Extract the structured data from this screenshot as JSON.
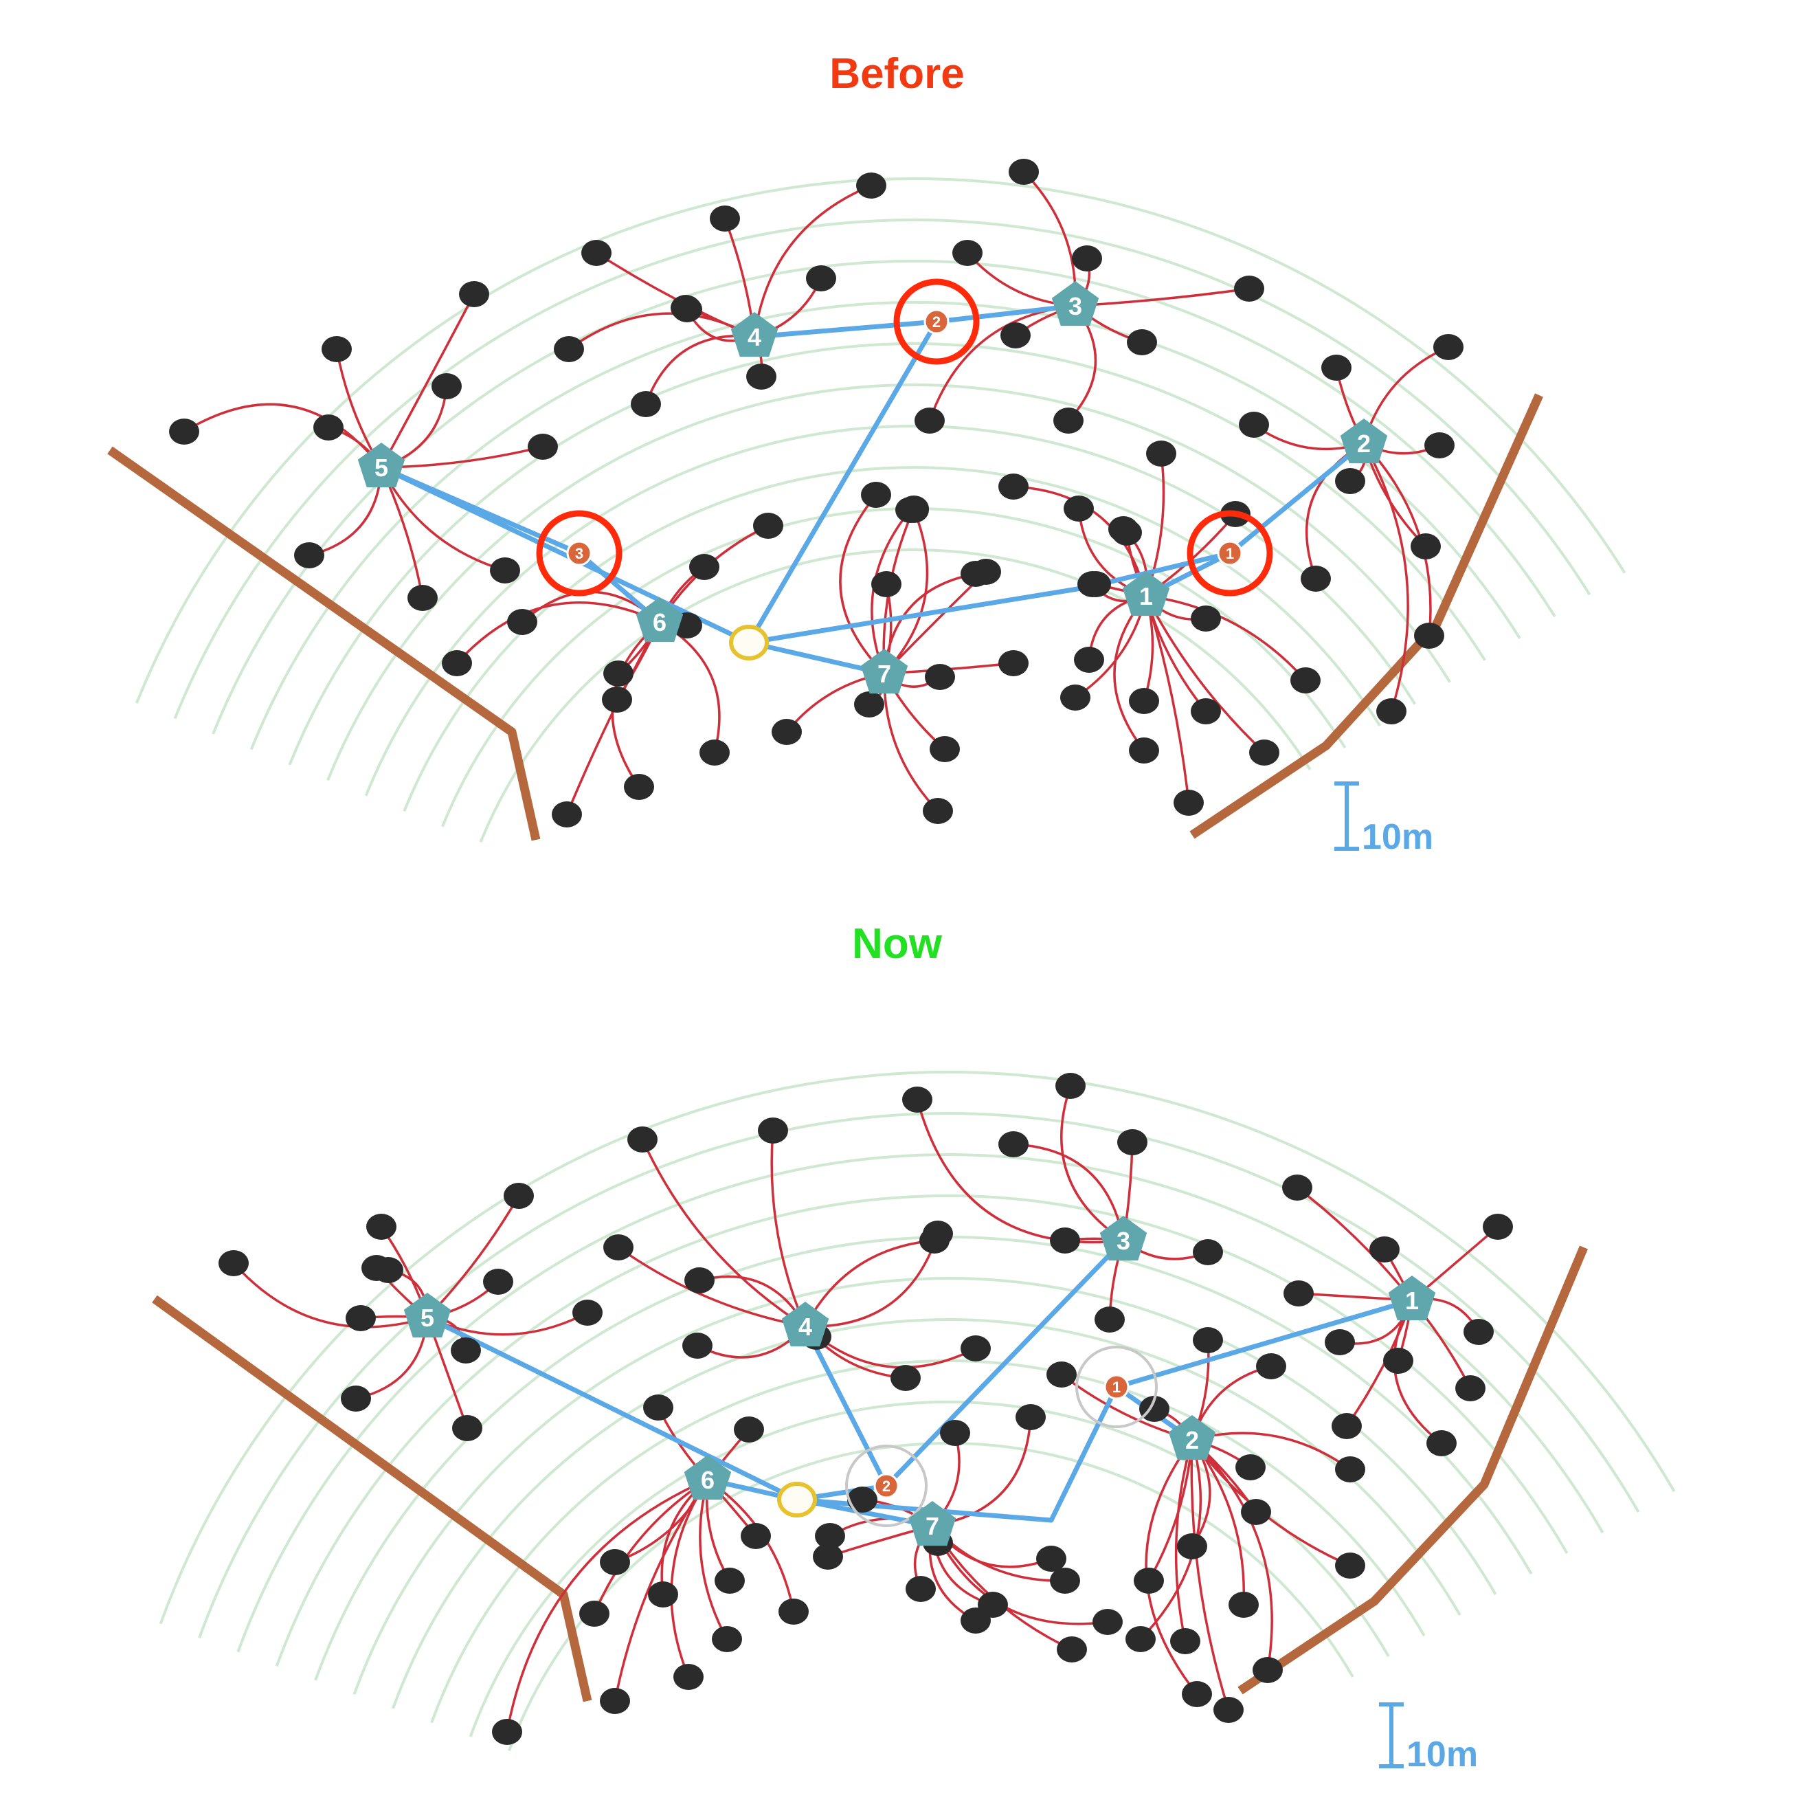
{
  "colors": {
    "before_title": "#f23a12",
    "now_title": "#22e022",
    "arc": "#cfe8d2",
    "wall": "#b5683d",
    "cable": "#cf2f3a",
    "link": "#5aa9e6",
    "gateway": "#5fa7ad",
    "device": "#2b2b2b",
    "hub_fill": "#fffdf3",
    "hub_stroke": "#e6c22e",
    "relay": "#d8663a",
    "highlight": "#ff2a0a",
    "halo": "#c8c8c8",
    "scale": "#5aa9e6"
  },
  "panels": [
    {
      "id": "before",
      "title": "Before",
      "scale_label": "10m",
      "gateways": [
        {
          "label": "1"
        },
        {
          "label": "2"
        },
        {
          "label": "3"
        },
        {
          "label": "4"
        },
        {
          "label": "5"
        },
        {
          "label": "6"
        },
        {
          "label": "7"
        }
      ],
      "relays": [
        {
          "label": "1"
        },
        {
          "label": "2"
        },
        {
          "label": "3"
        }
      ],
      "highlight_style": "red-circle"
    },
    {
      "id": "now",
      "title": "Now",
      "scale_label": "10m",
      "gateways": [
        {
          "label": "1"
        },
        {
          "label": "2"
        },
        {
          "label": "3"
        },
        {
          "label": "4"
        },
        {
          "label": "5"
        },
        {
          "label": "6"
        },
        {
          "label": "7"
        }
      ],
      "relays": [
        {
          "label": "1"
        },
        {
          "label": "2"
        }
      ],
      "highlight_style": "grey-halo"
    }
  ]
}
